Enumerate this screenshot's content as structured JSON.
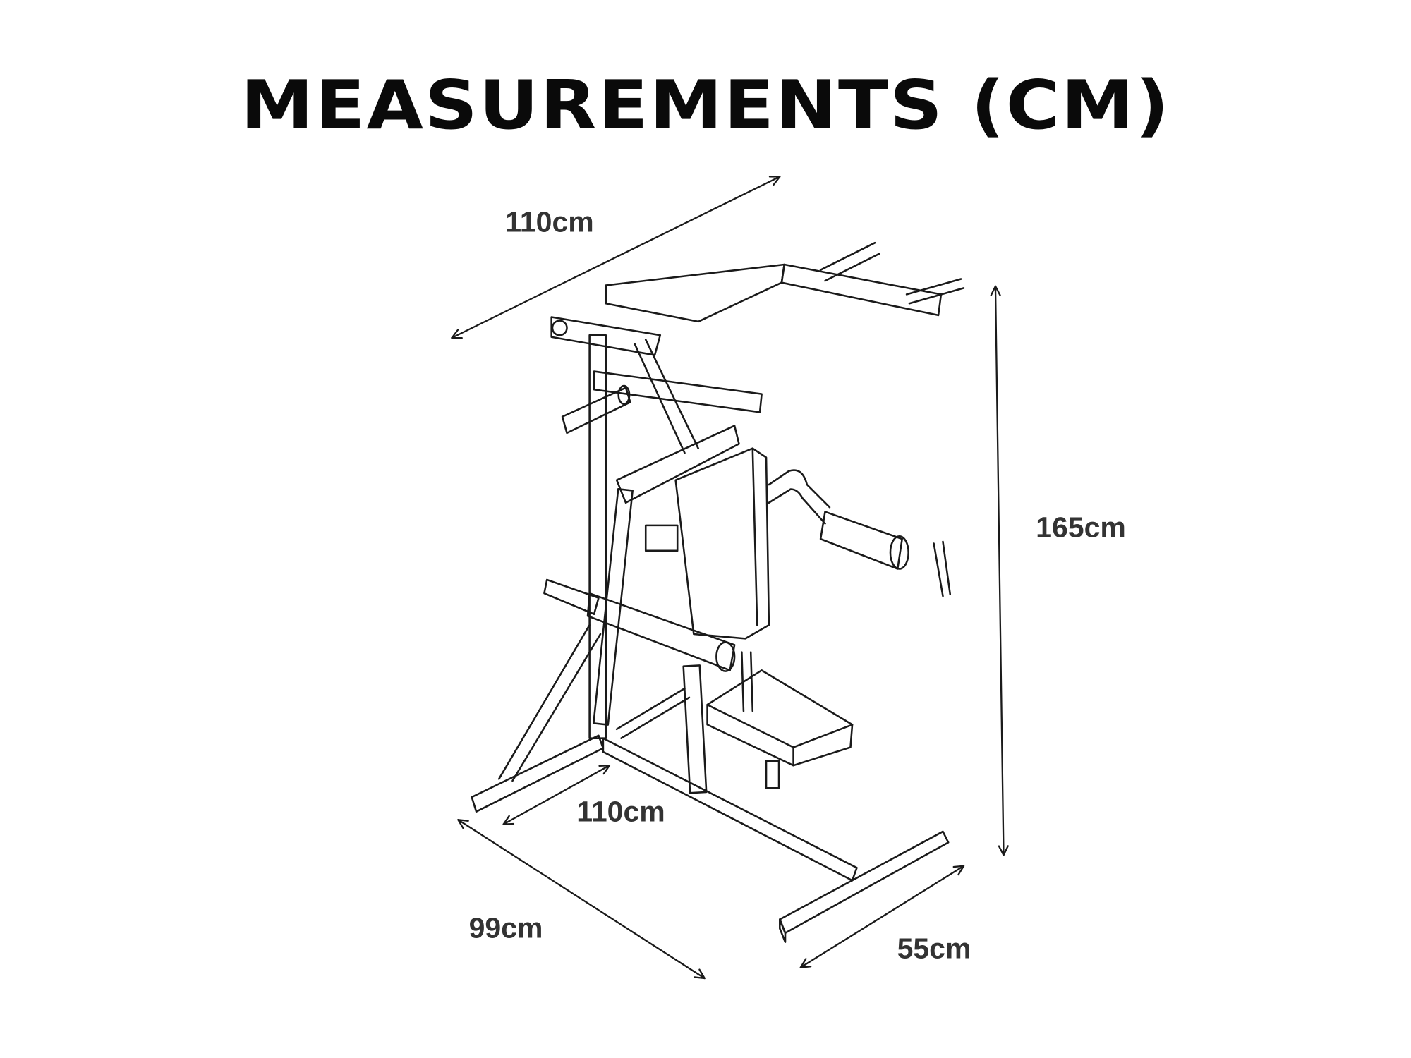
{
  "title": "MEASUREMENTS (CM)",
  "dimensions": {
    "top_width": "110cm",
    "height": "165cm",
    "base_inner_width": "110cm",
    "depth": "99cm",
    "foot_width": "55cm"
  },
  "colors": {
    "line": "#1a1a1a",
    "text": "#333333",
    "title": "#0a0a0a"
  }
}
